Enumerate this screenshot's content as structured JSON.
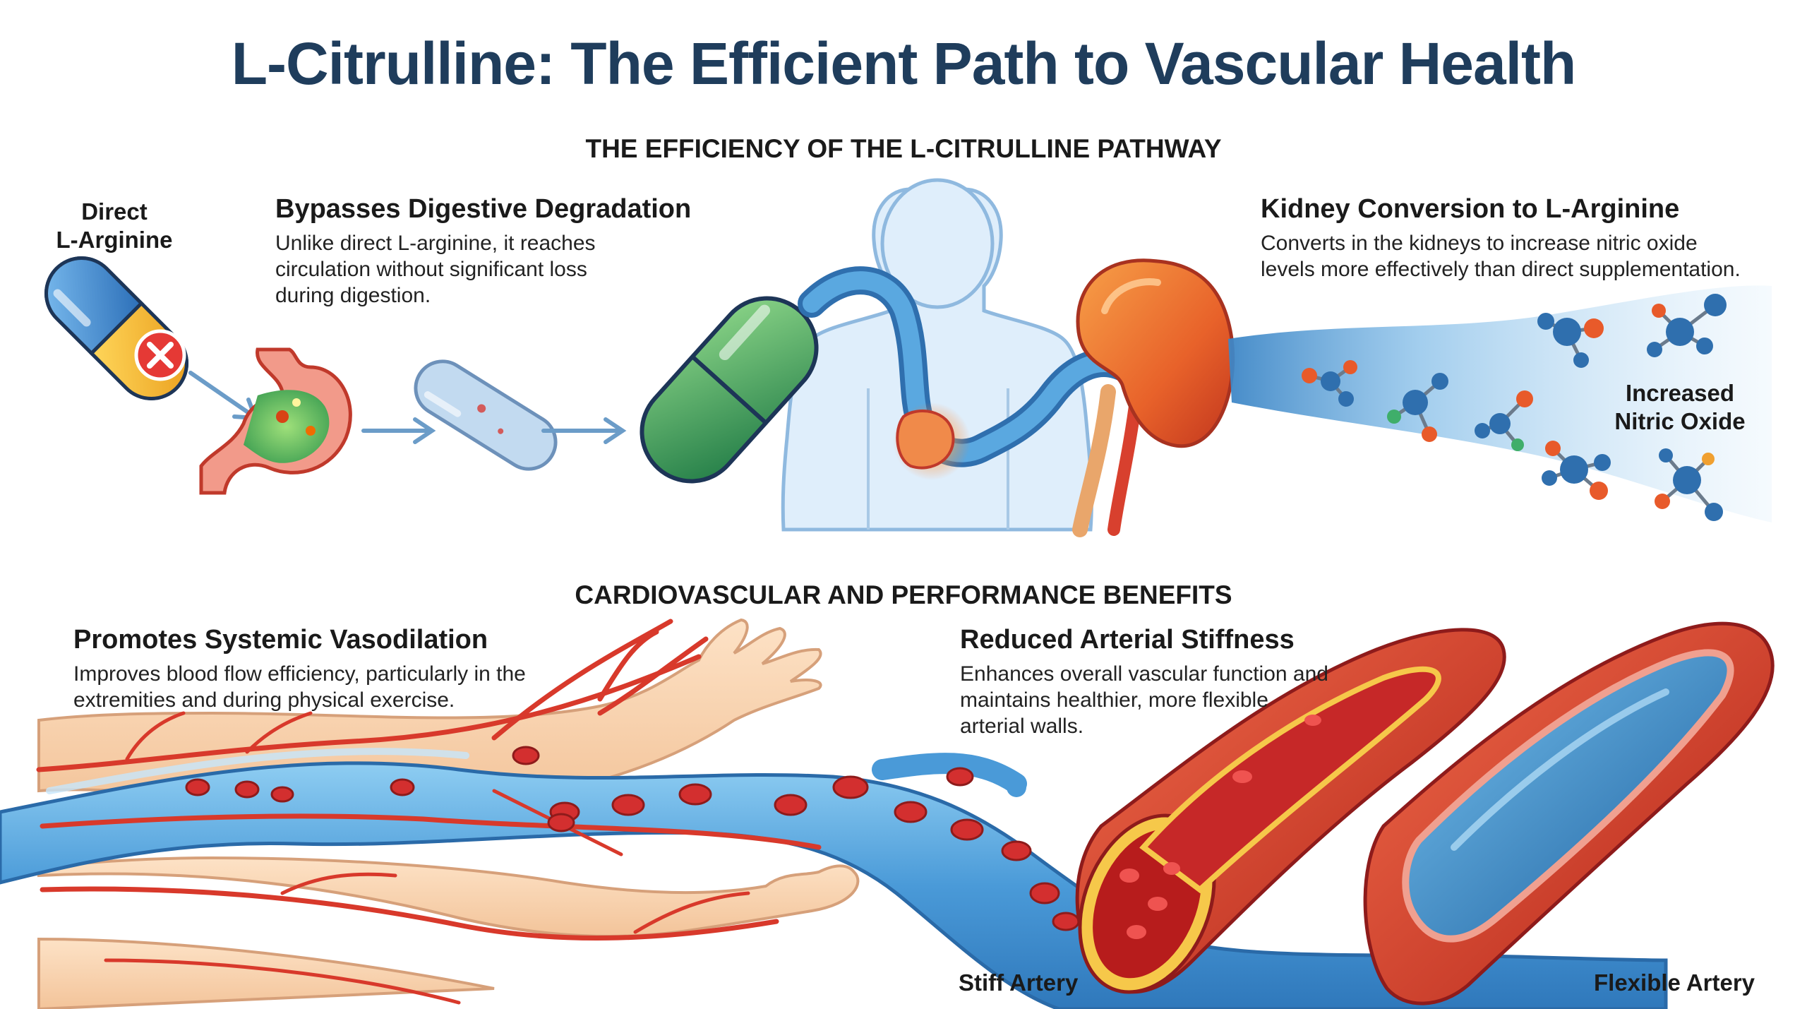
{
  "title": "L-Citrulline: The Efficient Path to Vascular Health",
  "section1": {
    "title": "THE EFFICIENCY OF THE L-CITRULLINE PATHWAY",
    "direct_label_line1": "Direct",
    "direct_label_line2": "L-Arginine",
    "bypass": {
      "heading": "Bypasses Digestive Degradation",
      "line1": "Unlike direct L-arginine, it reaches",
      "line2": "circulation without significant loss",
      "line3": "during digestion."
    },
    "kidney": {
      "heading": "Kidney Conversion to L-Arginine",
      "line1": "Converts in the kidneys to increase nitric oxide",
      "line2": "levels more effectively than direct supplementation."
    },
    "no_label_line1": "Increased",
    "no_label_line2": "Nitric Oxide"
  },
  "section2": {
    "title": "CARDIOVASCULAR AND PERFORMANCE BENEFITS",
    "vaso": {
      "heading": "Promotes Systemic Vasodilation",
      "line1": "Improves blood flow efficiency, particularly in the",
      "line2": "extremities and during physical exercise."
    },
    "stiff": {
      "heading": "Reduced Arterial Stiffness",
      "line1": "Enhances overall vascular function and",
      "line2": "maintains healthier, more flexible",
      "line3": "arterial walls."
    },
    "stiff_label": "Stiff Artery",
    "flex_label": "Flexible Artery"
  },
  "colors": {
    "title": "#1f3d5c",
    "vessel_blue": "#4a9ad8",
    "artery_red": "#d8392b",
    "capsule_green": "#2f9a54",
    "kidney_orange": "#e8682a"
  }
}
